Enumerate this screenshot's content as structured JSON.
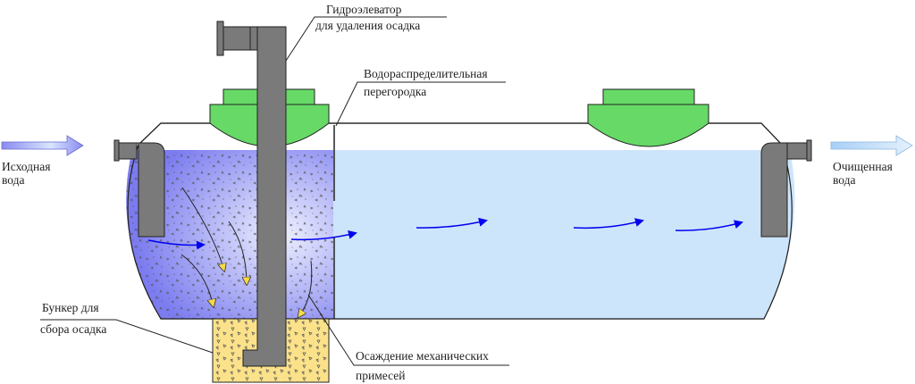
{
  "labels": {
    "inlet": [
      "Исходная",
      "вода"
    ],
    "outlet": [
      "Очищенная",
      "вода"
    ],
    "hydroelevator": [
      "Гидроэлеватор",
      "для удаления осадка"
    ],
    "partition": [
      "Водораспределительная",
      "перегородка"
    ],
    "bunker": [
      "Бункер для",
      "сбора осадка"
    ],
    "settling": [
      "Осаждение механических",
      "примесей"
    ]
  },
  "colors": {
    "dirty_water": "#8080f0",
    "clean_water": "#cde5fb",
    "sediment": "#fbe28a",
    "hatch": "#66d966",
    "pipe": "#7a7a7a",
    "flow_arrow": "#0000ee"
  }
}
